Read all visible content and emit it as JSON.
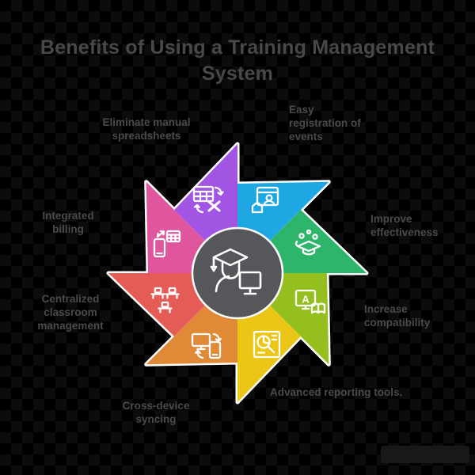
{
  "title": {
    "lines": [
      "Benefits of Using a Training Management",
      "System"
    ]
  },
  "colors": {
    "background": "#000000",
    "outline": "#ffffff",
    "hub": "#56575b",
    "text": "#4a4a4d",
    "watermark_box": "#181818"
  },
  "center_hub": {
    "icon": "graduate-with-monitor-icon"
  },
  "segments": [
    {
      "id": "eliminate-spreadsheets",
      "position": "top",
      "color": "#a155e2",
      "icon": "spreadsheet-export-icon",
      "label_lines": [
        "Eliminate manual",
        "spreadsheets"
      ]
    },
    {
      "id": "easy-registration",
      "position": "top-right",
      "color": "#1ea7e3",
      "icon": "portal-user-home-icon",
      "label_lines": [
        "Easy",
        "registration of",
        "events"
      ]
    },
    {
      "id": "improve-effectiveness",
      "position": "right",
      "color": "#2fb56b",
      "icon": "learning-sparkles-icon",
      "label_lines": [
        "Improve",
        "effectiveness"
      ]
    },
    {
      "id": "increase-compatibility",
      "position": "lower-right",
      "color": "#95bf1e",
      "icon": "content-language-icon",
      "icon_letter": "A",
      "label_lines": [
        "Increase",
        "compatibility"
      ]
    },
    {
      "id": "advanced-reporting",
      "position": "bottom-right",
      "color": "#ecc616",
      "icon": "report-document-icon",
      "label_lines": [
        "Advanced reporting tools."
      ]
    },
    {
      "id": "cross-device-syncing",
      "position": "bottom",
      "color": "#e08a38",
      "icon": "device-sync-icon",
      "label_lines": [
        "Cross-device",
        "syncing"
      ]
    },
    {
      "id": "classroom-management",
      "position": "bottom-left",
      "color": "#e45c55",
      "icon": "classroom-desks-icon",
      "label_lines": [
        "Centralized",
        "classroom",
        "management"
      ]
    },
    {
      "id": "integrated-billing",
      "position": "left",
      "color": "#df569f",
      "icon": "mobile-billing-icon",
      "label_lines": [
        "Integrated",
        "billing"
      ]
    }
  ],
  "watermark": {
    "text": ""
  }
}
